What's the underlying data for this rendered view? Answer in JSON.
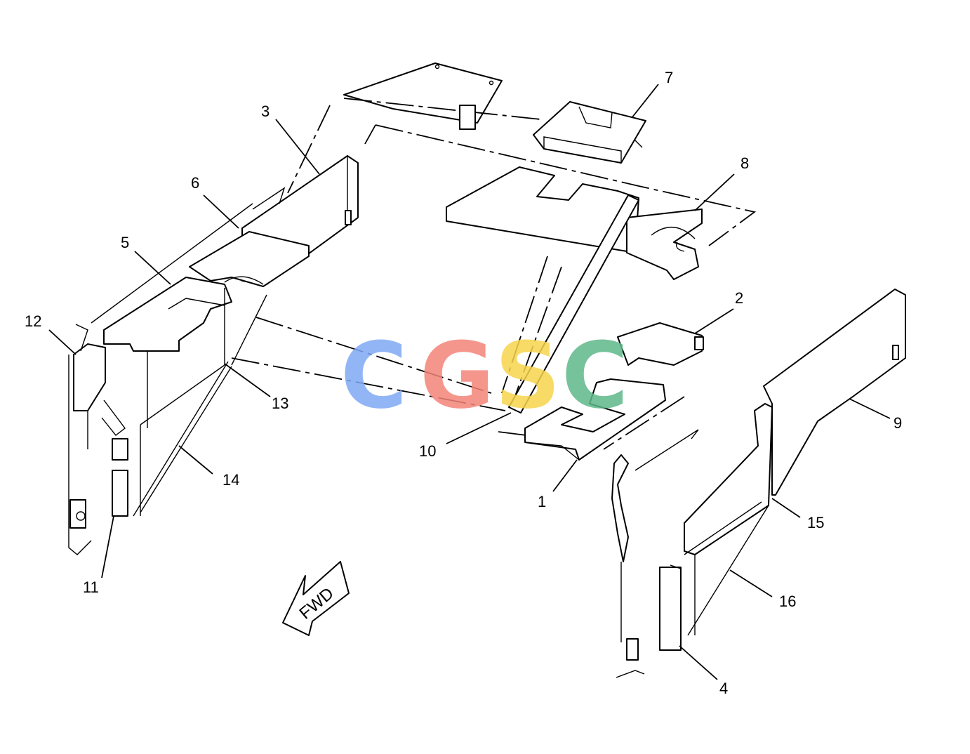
{
  "callouts": [
    {
      "id": "1",
      "label": "1"
    },
    {
      "id": "2",
      "label": "2"
    },
    {
      "id": "3",
      "label": "3"
    },
    {
      "id": "4",
      "label": "4"
    },
    {
      "id": "5",
      "label": "5"
    },
    {
      "id": "6",
      "label": "6"
    },
    {
      "id": "7",
      "label": "7"
    },
    {
      "id": "8",
      "label": "8"
    },
    {
      "id": "9",
      "label": "9"
    },
    {
      "id": "10",
      "label": "10"
    },
    {
      "id": "11",
      "label": "11"
    },
    {
      "id": "12",
      "label": "12"
    },
    {
      "id": "13",
      "label": "13"
    },
    {
      "id": "14",
      "label": "14"
    },
    {
      "id": "15",
      "label": "15"
    },
    {
      "id": "16",
      "label": "16"
    }
  ],
  "direction_arrow": {
    "label": "FWD"
  },
  "watermark": {
    "letters": [
      "C",
      "G",
      "S",
      "C"
    ],
    "colors": [
      "#7fa9f5",
      "#f4847a",
      "#f7d44c",
      "#5fb88a"
    ]
  }
}
